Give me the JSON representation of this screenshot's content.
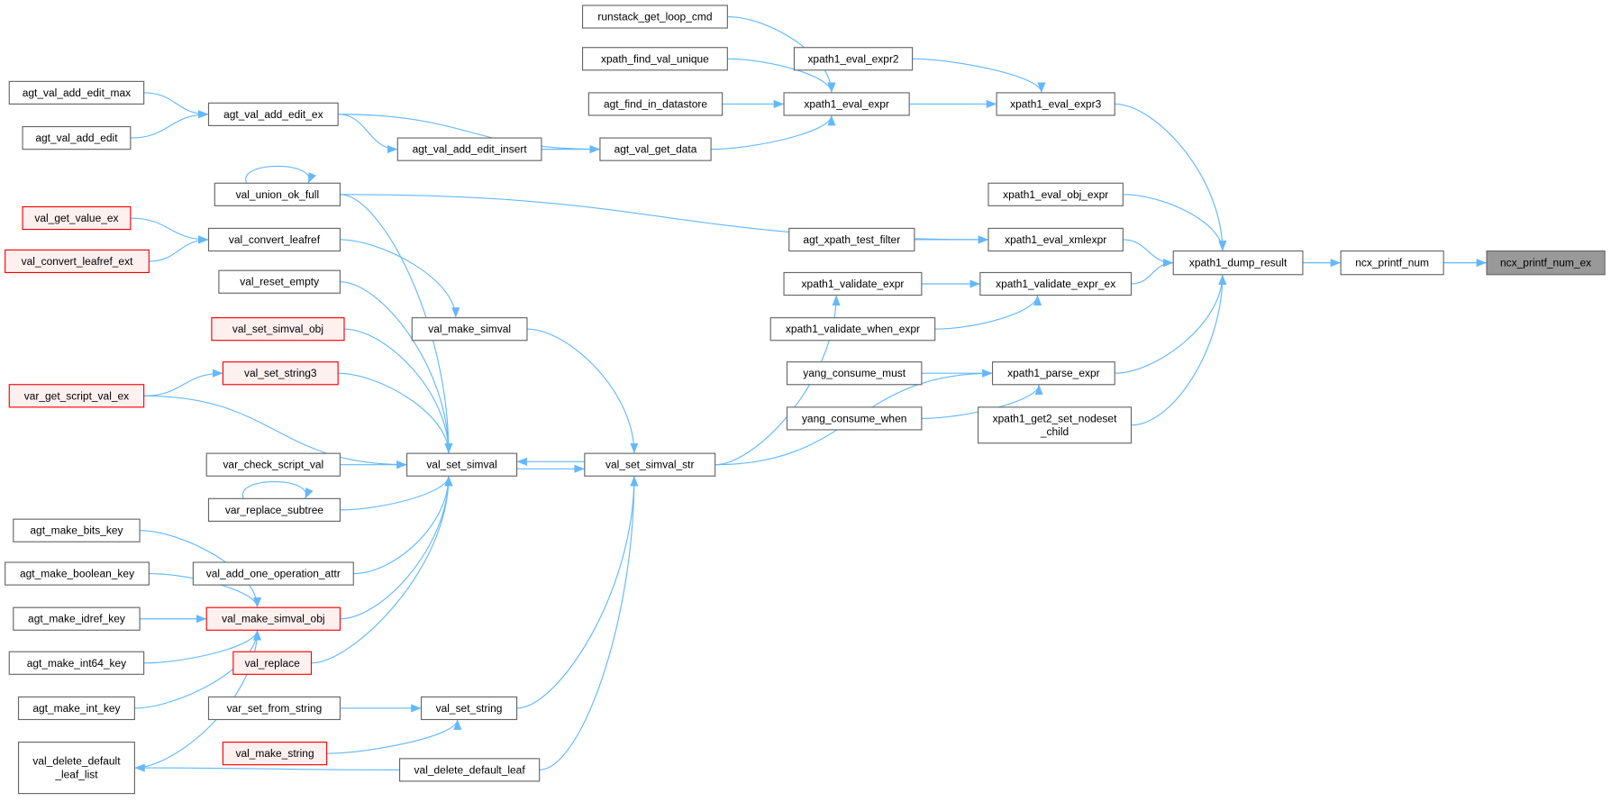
{
  "colors": {
    "edge": "#63b8ff",
    "root_fill": "#999999",
    "red_border": "#ff0000",
    "red_fill": "#fff0f0"
  },
  "nodes": {
    "runstack_get_loop_cmd": {
      "label": [
        "runstack_get_loop_cmd"
      ]
    },
    "xpath_find_val_unique": {
      "label": [
        "xpath_find_val_unique"
      ]
    },
    "agt_find_in_datastore": {
      "label": [
        "agt_find_in_datastore"
      ]
    },
    "xpath1_eval_expr2": {
      "label": [
        "xpath1_eval_expr2"
      ]
    },
    "xpath1_eval_expr": {
      "label": [
        "xpath1_eval_expr"
      ]
    },
    "xpath1_eval_expr3": {
      "label": [
        "xpath1_eval_expr3"
      ]
    },
    "agt_val_add_edit_max": {
      "label": [
        "agt_val_add_edit_max"
      ]
    },
    "agt_val_add_edit": {
      "label": [
        "agt_val_add_edit"
      ]
    },
    "agt_val_add_edit_ex": {
      "label": [
        "agt_val_add_edit_ex"
      ]
    },
    "agt_val_add_edit_insert": {
      "label": [
        "agt_val_add_edit_insert"
      ]
    },
    "agt_val_get_data": {
      "label": [
        "agt_val_get_data"
      ]
    },
    "val_union_ok_full": {
      "label": [
        "val_union_ok_full"
      ]
    },
    "xpath1_eval_obj_expr": {
      "label": [
        "xpath1_eval_obj_expr"
      ]
    },
    "val_get_value_ex": {
      "label": [
        "val_get_value_ex"
      ],
      "style": "red"
    },
    "val_convert_leafref": {
      "label": [
        "val_convert_leafref"
      ]
    },
    "val_convert_leafref_ext": {
      "label": [
        "val_convert_leafref_ext"
      ],
      "style": "red"
    },
    "agt_xpath_test_filter": {
      "label": [
        "agt_xpath_test_filter"
      ]
    },
    "xpath1_eval_xmlexpr": {
      "label": [
        "xpath1_eval_xmlexpr"
      ]
    },
    "xpath1_dump_result": {
      "label": [
        "xpath1_dump_result"
      ]
    },
    "ncx_printf_num": {
      "label": [
        "ncx_printf_num"
      ]
    },
    "ncx_printf_num_ex": {
      "label": [
        "ncx_printf_num_ex"
      ],
      "style": "root"
    },
    "val_reset_empty": {
      "label": [
        "val_reset_empty"
      ]
    },
    "xpath1_validate_expr": {
      "label": [
        "xpath1_validate_expr"
      ]
    },
    "xpath1_validate_expr_ex": {
      "label": [
        "xpath1_validate_expr_ex"
      ]
    },
    "xpath1_validate_when_expr": {
      "label": [
        "xpath1_validate_when_expr"
      ]
    },
    "val_make_simval": {
      "label": [
        "val_make_simval"
      ]
    },
    "val_set_simval_obj": {
      "label": [
        "val_set_simval_obj"
      ],
      "style": "red"
    },
    "val_set_string3": {
      "label": [
        "val_set_string3"
      ],
      "style": "red"
    },
    "yang_consume_must": {
      "label": [
        "yang_consume_must"
      ]
    },
    "xpath1_parse_expr": {
      "label": [
        "xpath1_parse_expr"
      ]
    },
    "var_get_script_val_ex": {
      "label": [
        "var_get_script_val_ex"
      ],
      "style": "red"
    },
    "yang_consume_when": {
      "label": [
        "yang_consume_when"
      ]
    },
    "xpath1_get2_set_nodeset_child": {
      "label": [
        "xpath1_get2_set_nodeset",
        "_child"
      ]
    },
    "val_set_simval": {
      "label": [
        "val_set_simval"
      ]
    },
    "val_set_simval_str": {
      "label": [
        "val_set_simval_str"
      ]
    },
    "var_check_script_val": {
      "label": [
        "var_check_script_val"
      ]
    },
    "var_replace_subtree": {
      "label": [
        "var_replace_subtree"
      ]
    },
    "agt_make_bits_key": {
      "label": [
        "agt_make_bits_key"
      ]
    },
    "agt_make_boolean_key": {
      "label": [
        "agt_make_boolean_key"
      ]
    },
    "val_add_one_operation_attr": {
      "label": [
        "val_add_one_operation_attr"
      ]
    },
    "val_make_simval_obj": {
      "label": [
        "val_make_simval_obj"
      ],
      "style": "red"
    },
    "agt_make_idref_key": {
      "label": [
        "agt_make_idref_key"
      ]
    },
    "agt_make_int64_key": {
      "label": [
        "agt_make_int64_key"
      ]
    },
    "val_replace": {
      "label": [
        "val_replace"
      ],
      "style": "red"
    },
    "agt_make_int_key": {
      "label": [
        "agt_make_int_key"
      ]
    },
    "var_set_from_string": {
      "label": [
        "var_set_from_string"
      ]
    },
    "val_set_string": {
      "label": [
        "val_set_string"
      ]
    },
    "val_make_string": {
      "label": [
        "val_make_string"
      ],
      "style": "red"
    },
    "val_delete_default_leaf_list": {
      "label": [
        "val_delete_default",
        "_leaf_list"
      ]
    },
    "val_delete_default_leaf": {
      "label": [
        "val_delete_default_leaf"
      ]
    }
  },
  "edges": [
    [
      "runstack_get_loop_cmd",
      "xpath1_eval_expr"
    ],
    [
      "xpath_find_val_unique",
      "xpath1_eval_expr"
    ],
    [
      "agt_find_in_datastore",
      "xpath1_eval_expr"
    ],
    [
      "agt_val_get_data",
      "xpath1_eval_expr"
    ],
    [
      "xpath1_eval_expr",
      "xpath1_eval_expr3"
    ],
    [
      "xpath1_eval_expr2",
      "xpath1_eval_expr3"
    ],
    [
      "xpath1_eval_expr3",
      "xpath1_dump_result"
    ],
    [
      "xpath1_eval_obj_expr",
      "xpath1_dump_result"
    ],
    [
      "xpath1_eval_xmlexpr",
      "xpath1_dump_result"
    ],
    [
      "xpath1_validate_expr_ex",
      "xpath1_dump_result"
    ],
    [
      "xpath1_parse_expr",
      "xpath1_dump_result"
    ],
    [
      "xpath1_get2_set_nodeset_child",
      "xpath1_dump_result"
    ],
    [
      "xpath1_dump_result",
      "ncx_printf_num"
    ],
    [
      "ncx_printf_num",
      "ncx_printf_num_ex"
    ],
    [
      "agt_val_add_edit_max",
      "agt_val_add_edit_ex"
    ],
    [
      "agt_val_add_edit",
      "agt_val_add_edit_ex"
    ],
    [
      "agt_val_add_edit_ex",
      "agt_val_get_data"
    ],
    [
      "agt_val_add_edit_ex",
      "agt_val_add_edit_insert"
    ],
    [
      "agt_val_add_edit_insert",
      "agt_val_get_data"
    ],
    [
      "val_union_ok_full",
      "val_union_ok_full"
    ],
    [
      "val_union_ok_full",
      "xpath1_eval_xmlexpr"
    ],
    [
      "agt_xpath_test_filter",
      "xpath1_eval_xmlexpr"
    ],
    [
      "val_get_value_ex",
      "val_convert_leafref"
    ],
    [
      "val_convert_leafref_ext",
      "val_convert_leafref"
    ],
    [
      "val_convert_leafref",
      "val_make_simval"
    ],
    [
      "val_make_simval",
      "val_set_simval_str"
    ],
    [
      "xpath1_validate_expr",
      "xpath1_validate_expr_ex"
    ],
    [
      "xpath1_validate_when_expr",
      "xpath1_validate_expr_ex"
    ],
    [
      "val_set_simval_str",
      "xpath1_validate_expr"
    ],
    [
      "val_set_simval_str",
      "xpath1_parse_expr"
    ],
    [
      "yang_consume_must",
      "xpath1_parse_expr"
    ],
    [
      "yang_consume_when",
      "xpath1_parse_expr"
    ],
    [
      "val_set_simval",
      "val_set_simval_str"
    ],
    [
      "val_set_simval_str",
      "val_set_simval"
    ],
    [
      "val_union_ok_full",
      "val_set_simval"
    ],
    [
      "val_reset_empty",
      "val_set_simval"
    ],
    [
      "val_set_simval_obj",
      "val_set_simval"
    ],
    [
      "val_set_string3",
      "val_set_simval"
    ],
    [
      "var_get_script_val_ex",
      "val_set_simval"
    ],
    [
      "var_get_script_val_ex",
      "val_set_string3"
    ],
    [
      "var_check_script_val",
      "val_set_simval"
    ],
    [
      "var_replace_subtree",
      "val_set_simval"
    ],
    [
      "var_replace_subtree",
      "var_replace_subtree"
    ],
    [
      "val_add_one_operation_attr",
      "val_set_simval"
    ],
    [
      "val_make_simval_obj",
      "val_set_simval"
    ],
    [
      "val_replace",
      "val_set_simval"
    ],
    [
      "agt_make_bits_key",
      "val_make_simval_obj"
    ],
    [
      "agt_make_boolean_key",
      "val_make_simval_obj"
    ],
    [
      "agt_make_idref_key",
      "val_make_simval_obj"
    ],
    [
      "agt_make_int64_key",
      "val_make_simval_obj"
    ],
    [
      "agt_make_int_key",
      "val_make_simval_obj"
    ],
    [
      "val_delete_default_leaf_list",
      "val_make_simval_obj"
    ],
    [
      "val_set_string",
      "val_set_simval_str"
    ],
    [
      "val_delete_default_leaf",
      "val_set_simval_str"
    ],
    [
      "var_set_from_string",
      "val_set_string"
    ],
    [
      "val_make_string",
      "val_set_string"
    ],
    [
      "val_delete_default_leaf",
      "val_delete_default_leaf_list"
    ]
  ]
}
